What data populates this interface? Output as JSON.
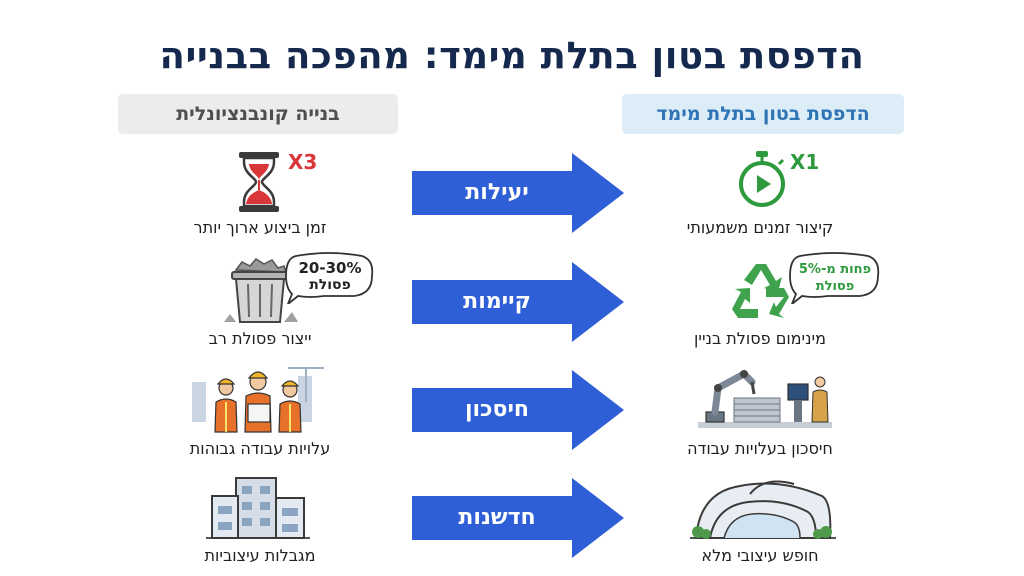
{
  "title": "הדפסת בטון בתלת מימד: מהפכה בבנייה",
  "left_header": "בנייה קונבנציונלית",
  "right_header": "הדפסת בטון בתלת מימד",
  "rows": [
    {
      "category": "יעילות",
      "left": {
        "label": "זמן ביצוע ארוך יותר",
        "badge": "X3",
        "icon": "hourglass-icon"
      },
      "right": {
        "label": "קיצור זמנים משמעותי",
        "badge": "X1",
        "icon": "stopwatch-icon"
      }
    },
    {
      "category": "קיימות",
      "left": {
        "label": "ייצור פסולת רב",
        "bubble_line1": "20-30%",
        "bubble_line2": "פסולת",
        "icon": "trash-can-icon"
      },
      "right": {
        "label": "מינימום פסולת בניין",
        "bubble_line1": "פחות מ-5%",
        "bubble_line2": "פסולת",
        "icon": "recycle-icon"
      }
    },
    {
      "category": "חיסכון",
      "left": {
        "label": "עלויות עבודה גבוהות",
        "icon": "construction-workers-icon"
      },
      "right": {
        "label": "חיסכון בעלויות עבודה",
        "icon": "robotic-arm-printer-icon"
      }
    },
    {
      "category": "חדשנות",
      "left": {
        "label": "מגבלות עיצוביות",
        "icon": "boxy-building-icon"
      },
      "right": {
        "label": "חופש עיצובי מלא",
        "icon": "curved-building-icon"
      }
    }
  ],
  "colors": {
    "title": "#14294d",
    "arrow": "#2f5fd6",
    "left_badge": "#d9363a",
    "right_badge": "#2e9a3e",
    "right_header_text": "#2f74b5",
    "left_header_bg": "#ececec",
    "right_header_bg": "#dcedf8"
  }
}
